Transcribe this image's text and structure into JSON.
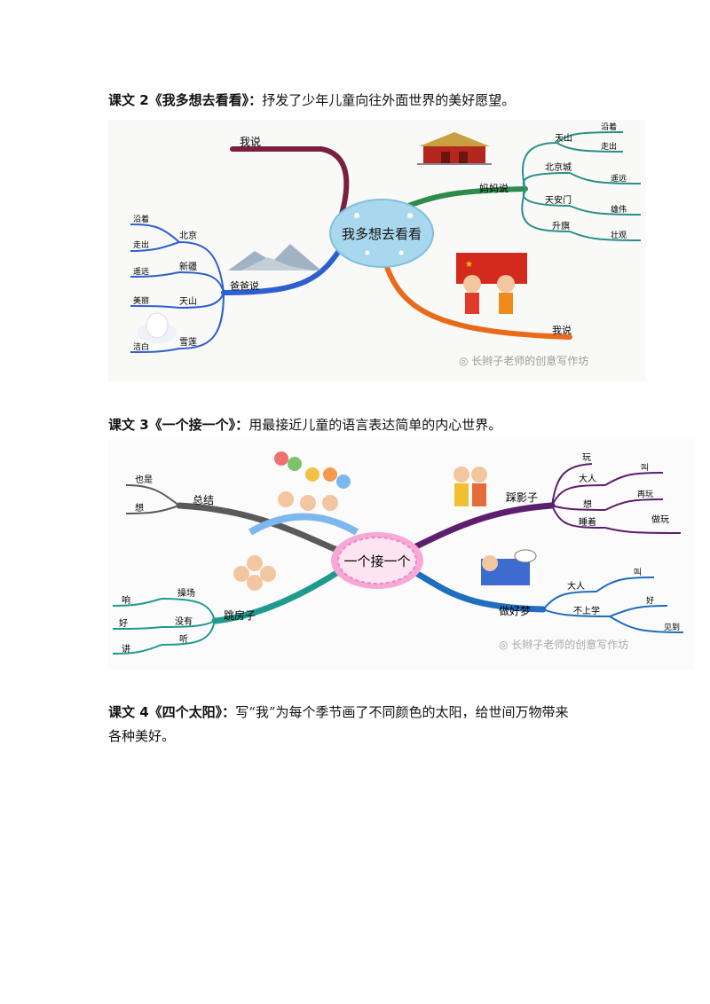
{
  "lesson2": {
    "heading": "课文 2《我多想去看看》",
    "sep": "：",
    "desc": "抒发了少年儿童向往外面世界的美好愿望。",
    "map": {
      "center": "我多想去看看",
      "top_left": "我说",
      "right_top": "妈妈说",
      "bottom_right": "我说",
      "left": "爸爸说",
      "mama": [
        {
          "label": "天山",
          "subs": [
            "沿着",
            "走出"
          ]
        },
        {
          "label": "北京城",
          "subs": [
            "遥远"
          ]
        },
        {
          "label": "天安门",
          "subs": [
            "雄伟"
          ]
        },
        {
          "label": "升旗",
          "subs": [
            "壮观"
          ]
        }
      ],
      "baba": [
        {
          "label": "北京",
          "subs": [
            "沿着",
            "走出"
          ]
        },
        {
          "label": "新疆",
          "subs": [
            "遥远"
          ]
        },
        {
          "label": "天山",
          "subs": [
            "美丽"
          ]
        },
        {
          "label": "雪莲",
          "subs": [
            "洁白"
          ]
        }
      ],
      "watermark": "长辫子老师的创意写作坊"
    }
  },
  "lesson3": {
    "heading": "课文 3《一个接一个》",
    "sep": "：",
    "desc": "用最接近儿童的语言表达简单的内心世界。",
    "map": {
      "center": "一个接一个",
      "summary": {
        "label": "总结",
        "subs": [
          "也是",
          "想"
        ]
      },
      "shadow": {
        "label": "踩影子",
        "subs": [
          "玩",
          "大人",
          "叫",
          "再玩",
          "想",
          "睡着",
          "做玩"
        ]
      },
      "jump": {
        "label": "跳房子",
        "subs": [
          "操场",
          "响",
          "没有",
          "好",
          "听",
          "讲"
        ]
      },
      "dream": {
        "label": "做好梦",
        "subs": [
          "大人",
          "叫",
          "不上学",
          "好",
          "见到"
        ]
      },
      "watermark": "长辫子老师的创意写作坊"
    }
  },
  "lesson4": {
    "heading": "课文 4《四个太阳》",
    "sep": "：",
    "line1": "写“我”为每个季节画了不同颜色的太阳，给世间万物带来",
    "line2": "各种美好。"
  }
}
